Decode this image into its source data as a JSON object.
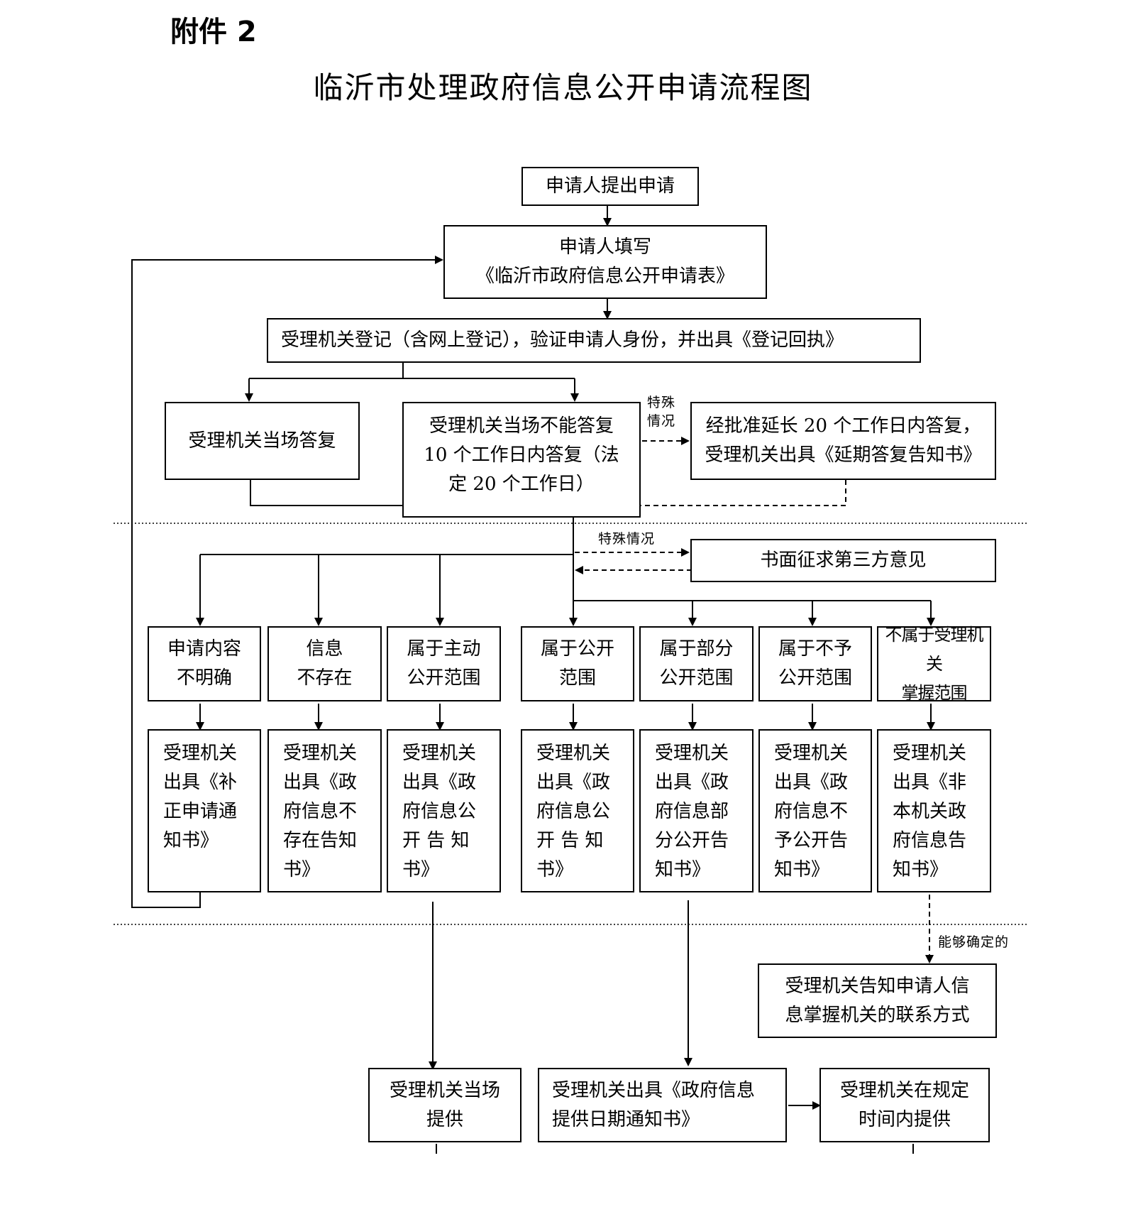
{
  "attachment": "附件 2",
  "title": "临沂市处理政府信息公开申请流程图",
  "nodes": {
    "submit": "申请人提出申请",
    "fill_form": "申请人填写\n《临沂市政府信息公开申请表》",
    "register": "受理机关登记（含网上登记），验证申请人身份，并出具《登记回执》",
    "reply_onsite": "受理机关当场答复",
    "reply_10days": "受理机关当场不能答复\n10 个工作日内答复（法\n定 20 个工作日）",
    "extend": "经批准延长 20 个工作日内答复，\n受理机关出具《延期答复告知书》",
    "third_party": "书面征求第三方意见",
    "cat_unclear": "申请内容\n不明确",
    "cat_not_exist": "信息\n不存在",
    "cat_active": "属于主动\n公开范围",
    "cat_public": "属于公开\n范围",
    "cat_partial": "属于部分\n公开范围",
    "cat_not_public": "属于不予\n公开范围",
    "cat_not_held": "不属于受理机关\n掌握范围",
    "notice_correction": "受理机关\n出具《补\n正申请通\n知书》",
    "notice_not_exist": "受理机关\n出具《政\n府信息不\n存在告知\n书》",
    "notice_active": "受理机关\n出具《政\n府信息公\n开 告 知\n书》",
    "notice_public": "受理机关\n出具《政\n府信息公\n开 告 知\n书》",
    "notice_partial": "受理机关\n出具《政\n府信息部\n分公开告\n知书》",
    "notice_not_public": "受理机关\n出具《政\n府信息不\n予公开告\n知书》",
    "notice_not_held": "受理机关\n出具《非\n本机关政\n府信息告\n知书》",
    "inform_contact": "受理机关告知申请人信\n息掌握机关的联系方式",
    "provide_onsite": "受理机关当场\n提供",
    "provide_date_notice": "受理机关出具《政府信息\n提供日期通知书》",
    "provide_in_time": "受理机关在规定\n时间内提供"
  },
  "labels": {
    "special_case_1": "特殊\n情况",
    "special_case_2": "特殊情况",
    "can_determine": "能够确定的"
  }
}
